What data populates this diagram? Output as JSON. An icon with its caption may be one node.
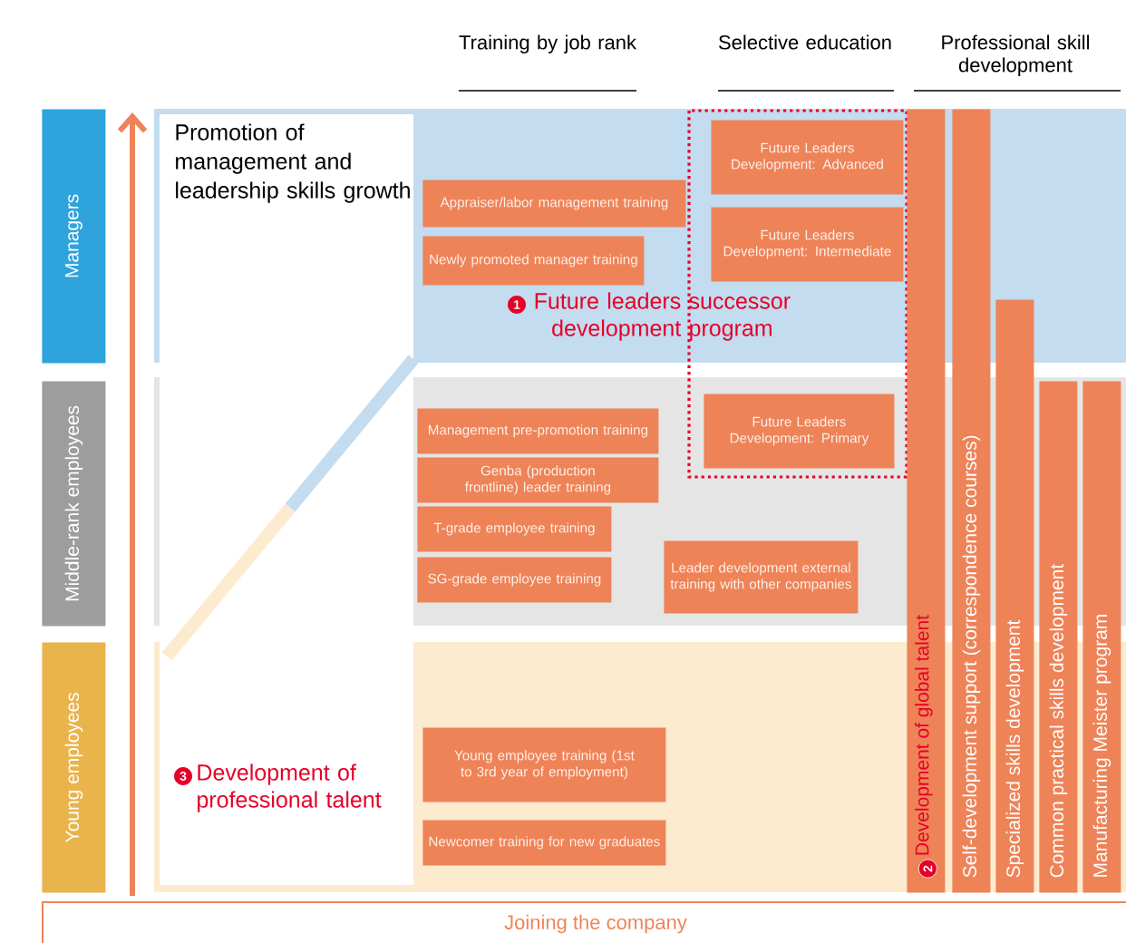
{
  "diagram": {
    "nodes": [
      {
        "text": [
          "Managers"
        ]
      },
      {
        "text": [
          "Middle-rank employees"
        ]
      },
      {
        "text": [
          "Young employees"
        ]
      },
      {
        "text": [
          "Appraiser/labor management training"
        ]
      },
      {
        "text": [
          "Newly promoted manager training"
        ]
      },
      {
        "text": [
          "Future Leaders Development: Advanced"
        ]
      },
      {
        "text": [
          "Future Leaders Development: Intermediate"
        ]
      },
      {
        "text": [
          "Management pre-promotion training"
        ]
      },
      {
        "text": [
          "Genba (production frontline) leader training"
        ]
      },
      {
        "text": [
          "T-grade employee training"
        ]
      },
      {
        "text": [
          "SG-grade employee training"
        ]
      },
      {
        "text": [
          "Future Leaders Development: Primary"
        ]
      },
      {
        "text": [
          "Leader development external training with other companies"
        ]
      },
      {
        "text": [
          "Young employee training (1st to 3rd year of employment)"
        ]
      },
      {
        "text": [
          "Newcomer training for new graduates"
        ]
      },
      {
        "text": [
          "2",
          "Development of global talent"
        ]
      },
      {
        "text": [
          "Self-development support (correspondence courses)"
        ]
      },
      {
        "text": [
          "Specialized skills development"
        ]
      },
      {
        "text": [
          "Common practical skills development"
        ]
      },
      {
        "text": [
          "Manufacturing Meister program"
        ]
      },
      {
        "text": [
          "Joining the company"
        ]
      }
    ],
    "labels": [
      "Training by job rank",
      "Selective education",
      "Professional skill development",
      "Promotion of management and leadership skills growth",
      "1",
      "Future leaders successor development program",
      "3",
      "Development of professional talent"
    ]
  }
}
